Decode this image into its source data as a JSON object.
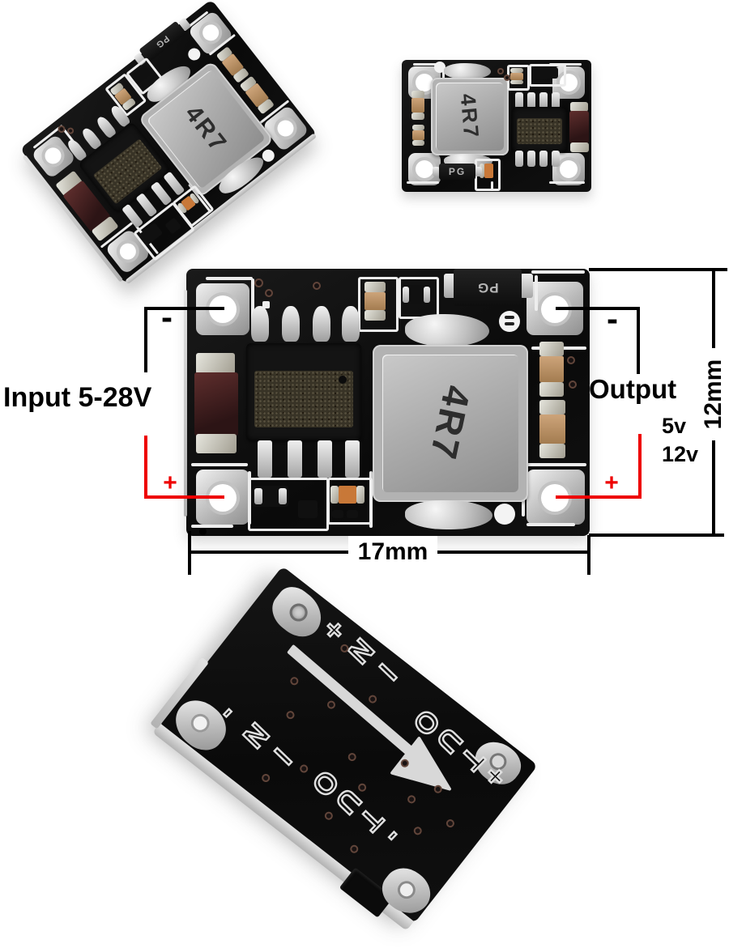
{
  "page": {
    "background": "#ffffff"
  },
  "annotations": {
    "input_label": "Input 5-28V",
    "output_label": "Output",
    "output_v1": "5v",
    "output_v2": "12v",
    "dim_width": "17mm",
    "dim_height": "12mm",
    "minus": "-",
    "plus": "+",
    "neg_line_color": "#000000",
    "pos_line_color": "#ee0000"
  },
  "module_front": {
    "inductor_marking": "4R7",
    "diode_marking": "PG"
  },
  "module_back": {
    "in_plus": "+NI",
    "in_minus": "-NI",
    "out_plus": "OUT+",
    "out_minus": "OUT-"
  },
  "colors": {
    "pcb": "#0d0d0d",
    "inductor": "#b2b2b2",
    "solder": "#d6d6d6",
    "capacitor": "#3d1d20",
    "silkscreen": "#ededed",
    "annotation_red": "#ee0000",
    "annotation_black": "#000000"
  }
}
